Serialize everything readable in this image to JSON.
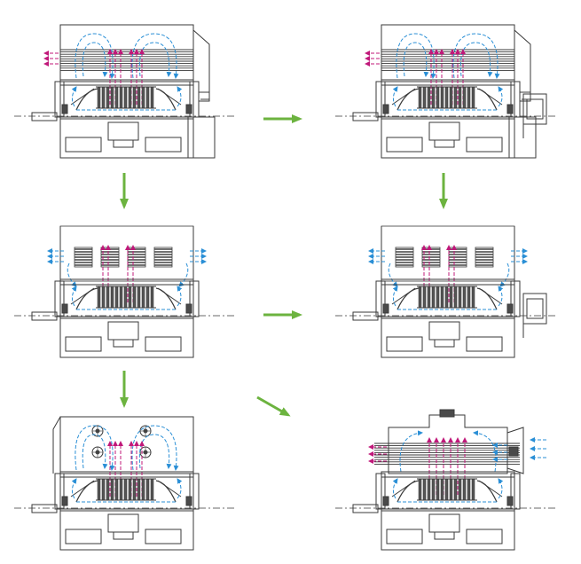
{
  "diagram": {
    "panels": [
      {
        "id": "p1",
        "cooler": "top-tube",
        "flow": "top-loops",
        "side_unit": "none"
      },
      {
        "id": "p2",
        "cooler": "top-tube",
        "flow": "top-loops",
        "side_unit": "box"
      },
      {
        "id": "p3",
        "cooler": "side-banks",
        "flow": "side-arrows",
        "side_unit": "none"
      },
      {
        "id": "p4",
        "cooler": "side-banks",
        "flow": "side-arrows",
        "side_unit": "box"
      },
      {
        "id": "p5",
        "cooler": "top-fans",
        "flow": "top-loops",
        "side_unit": "none"
      },
      {
        "id": "p6",
        "cooler": "tube-through",
        "flow": "horizontal",
        "side_unit": "fan-hood"
      }
    ],
    "transitions": [
      "p1-p2",
      "p1-p3",
      "p3-p4",
      "p3-p5",
      "p5-p6",
      "p2-p4"
    ],
    "colors": {
      "line": "#3a3a3a",
      "air_cool": "#2a8fd6",
      "air_hot": "#c0187a",
      "arrow": "#6cb33f",
      "fill_dark": "#4a4a4a"
    }
  }
}
